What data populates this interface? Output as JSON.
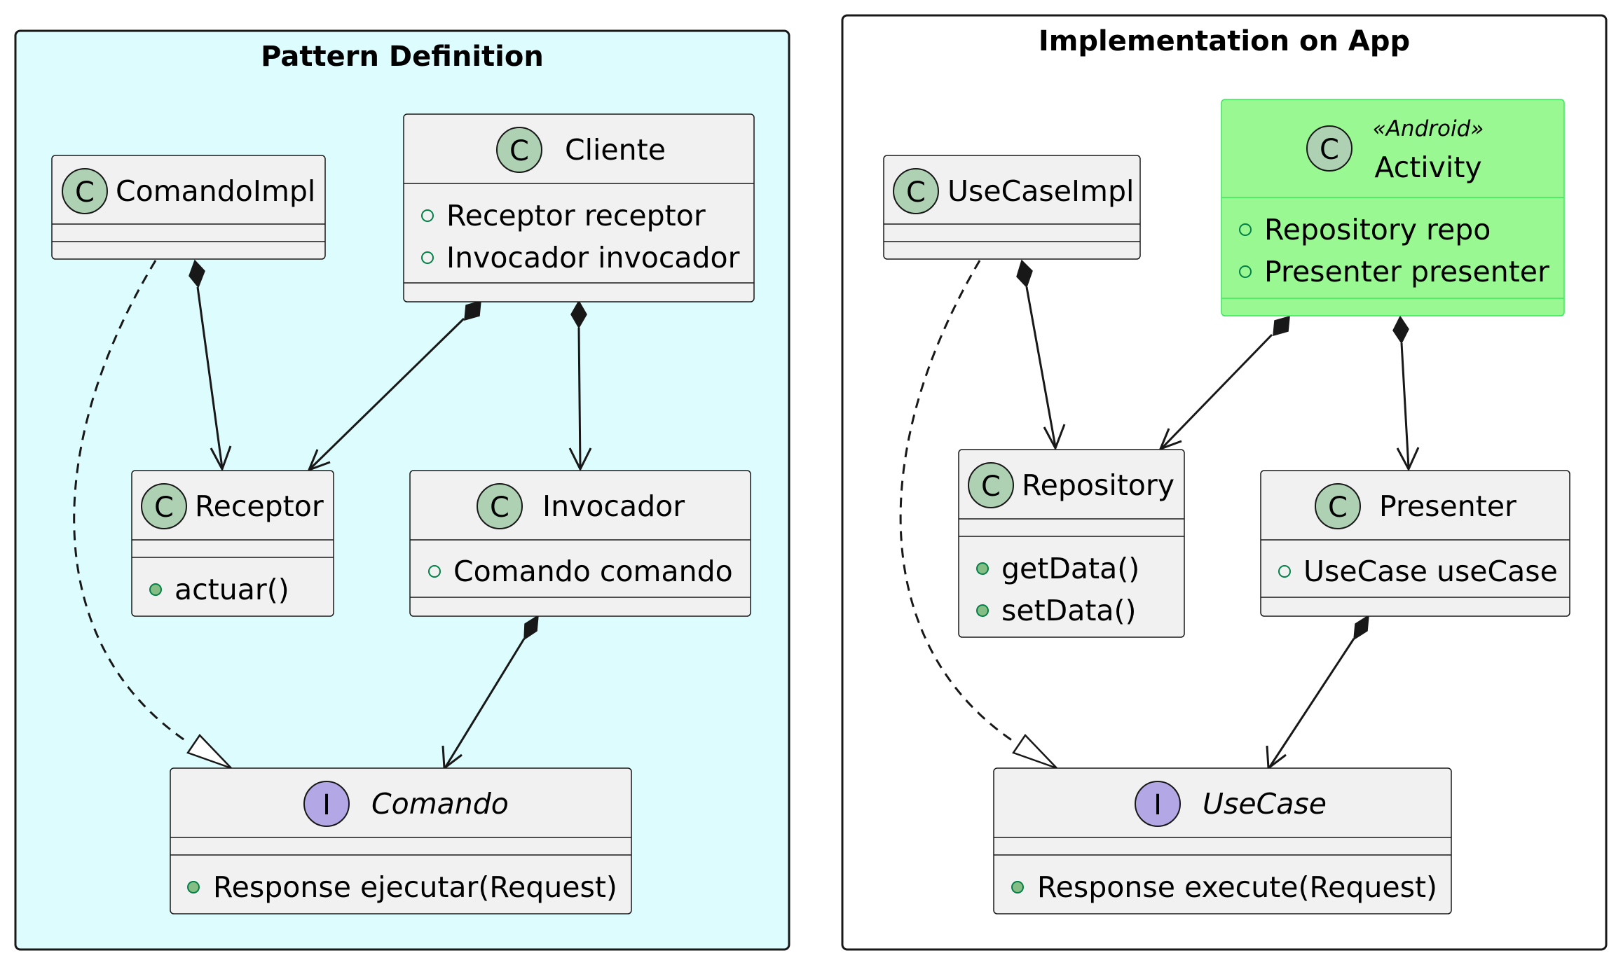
{
  "packages": {
    "pattern": {
      "title": "Pattern Definition",
      "background": "#DDFCFD"
    },
    "impl": {
      "title": "Implementation on App",
      "background": "#FFFFFF"
    }
  },
  "colors": {
    "class_badge": "#ADD1B2",
    "interface_badge": "#B4A7E5",
    "box_fill": "#F1F1F1",
    "android_fill": "#99F891",
    "android_border": "#3AE85C",
    "public_method_dot": "#84BE84"
  },
  "classes": {
    "comando_impl": {
      "badge": "C",
      "name": "ComandoImpl"
    },
    "cliente": {
      "badge": "C",
      "name": "Cliente",
      "fields": [
        "Receptor receptor",
        "Invocador invocador"
      ]
    },
    "receptor": {
      "badge": "C",
      "name": "Receptor",
      "methods": [
        "actuar()"
      ]
    },
    "invocador": {
      "badge": "C",
      "name": "Invocador",
      "fields": [
        "Comando comando"
      ]
    },
    "comando": {
      "badge": "I",
      "name": "Comando",
      "methods": [
        "Response ejecutar(Request)"
      ]
    },
    "use_case_impl": {
      "badge": "C",
      "name": "UseCaseImpl"
    },
    "activity": {
      "badge": "C",
      "stereotype": "«Android»",
      "name": "Activity",
      "fields": [
        "Repository repo",
        "Presenter presenter"
      ]
    },
    "repository": {
      "badge": "C",
      "name": "Repository",
      "methods": [
        "getData()",
        "setData()"
      ]
    },
    "presenter": {
      "badge": "C",
      "name": "Presenter",
      "fields": [
        "UseCase useCase"
      ]
    },
    "use_case": {
      "badge": "I",
      "name": "UseCase",
      "methods": [
        "Response execute(Request)"
      ]
    }
  }
}
